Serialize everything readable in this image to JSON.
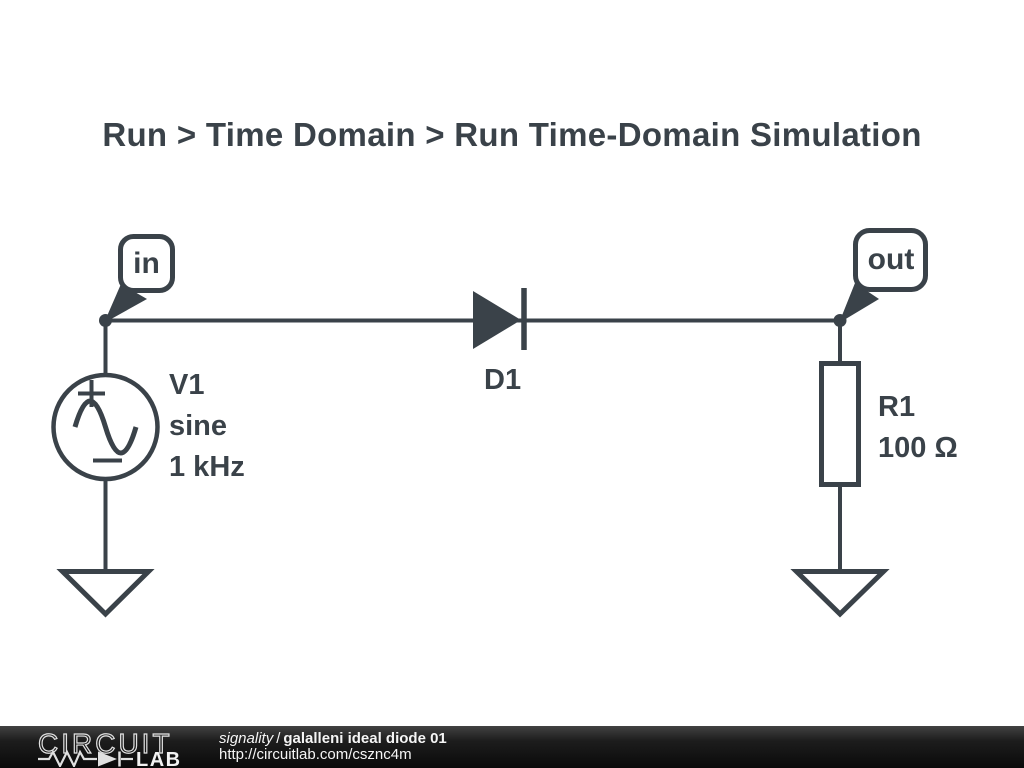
{
  "title": "Run > Time Domain > Run Time-Domain Simulation",
  "colors": {
    "ink": "#3a4249",
    "canvas": "#ffffff",
    "footer_background": "#0d0d0d",
    "footer_text": "#f5f5f5"
  },
  "schematic": {
    "nodes": {
      "in": "in",
      "out": "out"
    },
    "components": {
      "v1": {
        "designator": "V1",
        "waveform": "sine",
        "frequency": "1 kHz"
      },
      "d1": {
        "designator": "D1"
      },
      "r1": {
        "designator": "R1",
        "resistance": "100 Ω"
      }
    }
  },
  "footer": {
    "logo": {
      "word_top": "CIRCUIT",
      "word_bottom": "LAB"
    },
    "author": "signality",
    "separator": "/",
    "project": "galalleni ideal diode 01",
    "url": "http://circuitlab.com/csznc4m"
  }
}
